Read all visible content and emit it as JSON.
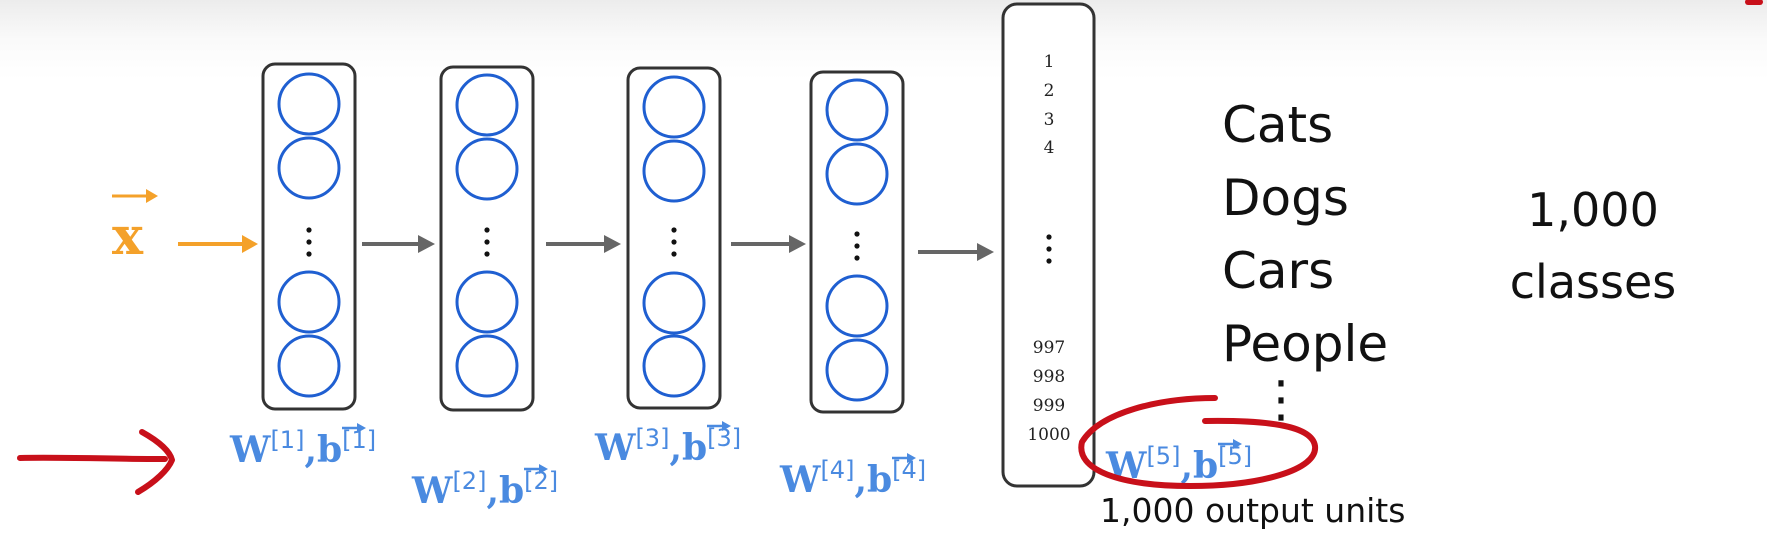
{
  "input": {
    "label": "x"
  },
  "hidden_layers": [
    {
      "weight_symbol": "W",
      "bias_symbol": "b",
      "superscript": "[1]"
    },
    {
      "weight_symbol": "W",
      "bias_symbol": "b",
      "superscript": "[2]"
    },
    {
      "weight_symbol": "W",
      "bias_symbol": "b",
      "superscript": "[3]"
    },
    {
      "weight_symbol": "W",
      "bias_symbol": "b",
      "superscript": "[4]"
    }
  ],
  "output_layer": {
    "weight_symbol": "W",
    "bias_symbol": "b",
    "superscript": "[5]",
    "indices_top": [
      "1",
      "2",
      "3",
      "4"
    ],
    "indices_bottom": [
      "997",
      "998",
      "999",
      "1000"
    ],
    "units_label": "1,000 output units"
  },
  "classes": {
    "items": [
      "Cats",
      "Dogs",
      "Cars",
      "People"
    ],
    "ellipsis": "⋮"
  },
  "class_count": {
    "line1": "1,000",
    "line2": "classes"
  },
  "separator": ",",
  "colors": {
    "input": "#f4a12a",
    "params": "#4a8ae0",
    "neuron": "#1f5fd1",
    "annotation": "#c8101a",
    "arrow": "#666666"
  }
}
